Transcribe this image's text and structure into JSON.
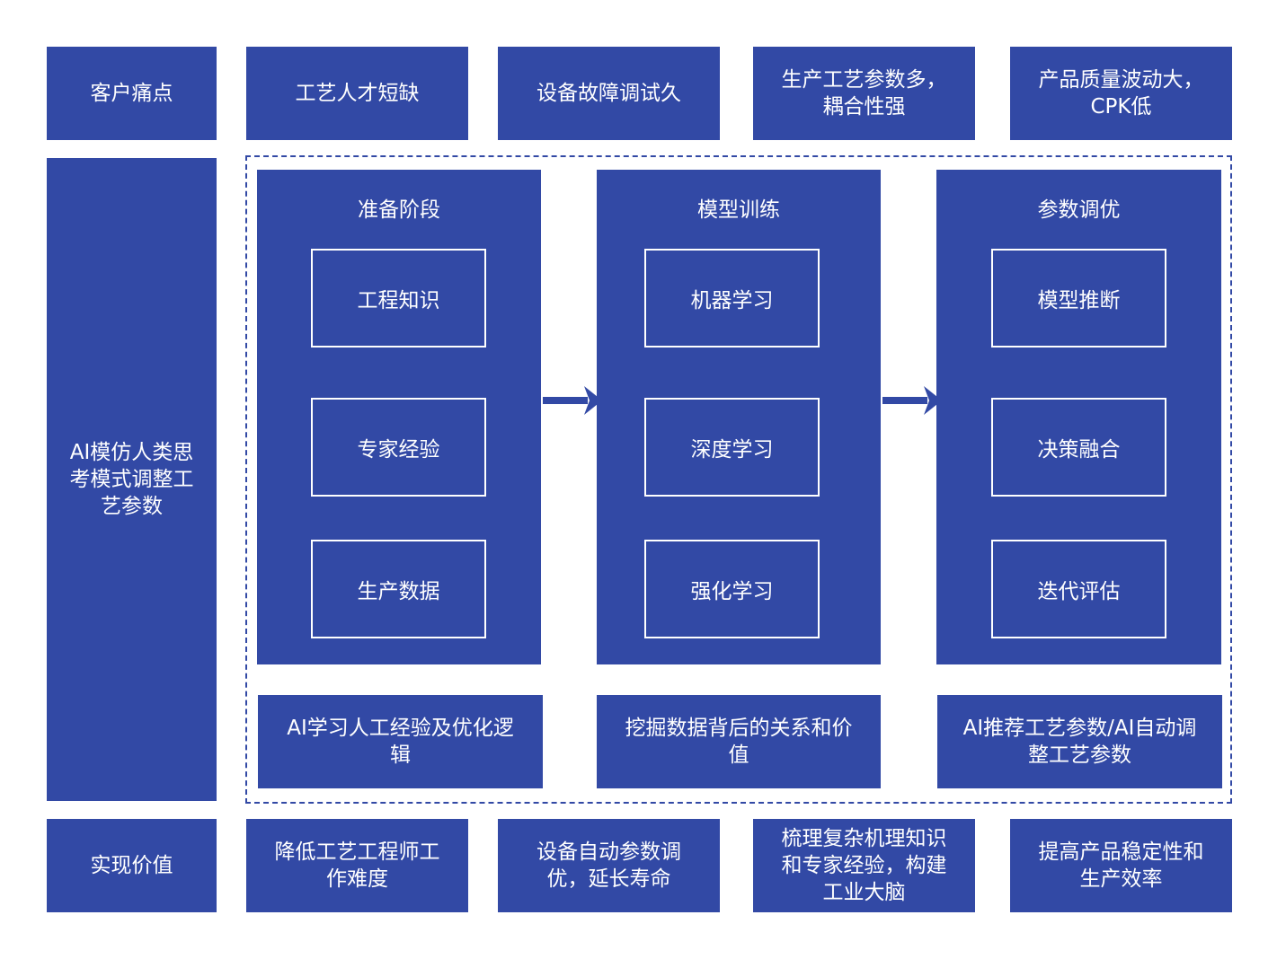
{
  "rows": {
    "pain": {
      "label": "客户痛点",
      "items": [
        "工艺人才短缺",
        "设备故障调试久",
        "生产工艺参数多，耦合性强",
        "产品质量波动大，CPK低"
      ]
    },
    "method": {
      "label": "AI模仿人类思考模式调整工艺参数"
    },
    "value": {
      "label": "实现价值",
      "items": [
        "降低工艺工程师工作难度",
        "设备自动参数调优，延长寿命",
        "梳理复杂机理知识和专家经验，构建工业大脑",
        "提高产品稳定性和生产效率"
      ]
    }
  },
  "stages": [
    {
      "title": "准备阶段",
      "items": [
        "工程知识",
        "专家经验",
        "生产数据"
      ],
      "summary": "AI学习人工经验及优化逻辑"
    },
    {
      "title": "模型训练",
      "items": [
        "机器学习",
        "深度学习",
        "强化学习"
      ],
      "summary": "挖掘数据背后的关系和价值"
    },
    {
      "title": "参数调优",
      "items": [
        "模型推断",
        "决策融合",
        "迭代评估"
      ],
      "summary": "AI推荐工艺参数/AI自动调整工艺参数"
    }
  ],
  "colors": {
    "block": "#3249a5",
    "background": "#ffffff",
    "text": "#ffffff"
  }
}
